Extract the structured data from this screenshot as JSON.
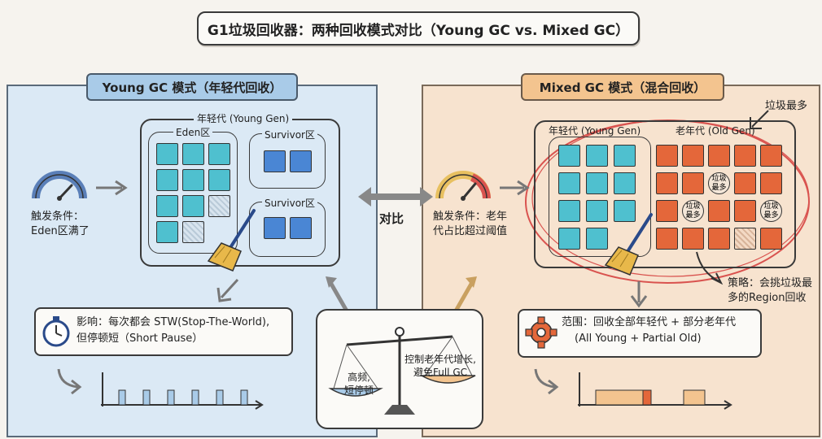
{
  "title": "G1垃圾回收器：两种回收模式对比（Young GC vs. Mixed GC）",
  "left": {
    "title": "Young GC 模式（年轻代回收）",
    "young_gen_label": "年轻代 (Young Gen)",
    "eden_label": "Eden区",
    "survivor1_label": "Survivor区",
    "survivor2_label": "Survivor区",
    "trigger_line1": "触发条件：",
    "trigger_line2": "Eden区满了",
    "impact_line1": "影响：每次都会 STW(Stop-The-World),",
    "impact_line2": "但停顿短（Short Pause）"
  },
  "right": {
    "title": "Mixed GC 模式（混合回收）",
    "young_gen_label": "年轻代 (Young Gen)",
    "old_gen_label": "老年代 (Old Gen)",
    "most_garbage_label": "垃圾最多",
    "badge_text": "垃圾最多",
    "trigger_line1": "触发条件：老年",
    "trigger_line2": "代占比超过阈值",
    "strategy_line1": "策略：会挑垃圾最",
    "strategy_line2": "多的Region回收",
    "scope_line1": "范围：回收全部年轻代 + 部分老年代",
    "scope_line2": "(All Young + Partial Old)"
  },
  "compare_label": "对比",
  "scale": {
    "left_pan_line1": "高频,",
    "left_pan_line2": "短停顿",
    "right_pan_line1": "控制老年代增长,",
    "right_pan_line2": "避免Full GC"
  },
  "colors": {
    "eden": "#4fc0cf",
    "survivor": "#4a86d4",
    "old": "#e4673a",
    "left_bg": "#dbe9f5",
    "right_bg": "#f7e3cf",
    "accent_red": "#d9534f"
  },
  "icons": [
    "gauge-icon",
    "broom-icon",
    "stopwatch-icon",
    "gear-icon",
    "scale-icon",
    "arrow-icon",
    "pause-timeline-icon"
  ]
}
